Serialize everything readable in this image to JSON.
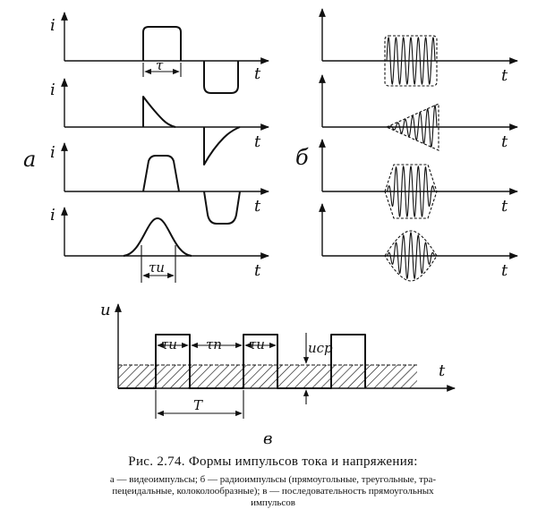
{
  "labels": {
    "current": "i",
    "time": "t",
    "voltage": "u",
    "panel_a": "а",
    "panel_b": "б",
    "panel_v": "в",
    "tau": "τ",
    "tau_i": "τи",
    "tau_p": "τп",
    "u_sr": "uср",
    "period": "T"
  },
  "caption": {
    "title": "Рис. 2.74. Формы импульсов тока и напряжения:",
    "line1": "а — видеоимпульсы;  б — радиоимпульсы (прямоугольные, треугольные, тра-",
    "line2": "пецеидальные, колоколообразные);  в — последовательность прямоугольных",
    "line3": "импульсов"
  },
  "colors": {
    "ink": "#111111",
    "background": "#ffffff"
  }
}
